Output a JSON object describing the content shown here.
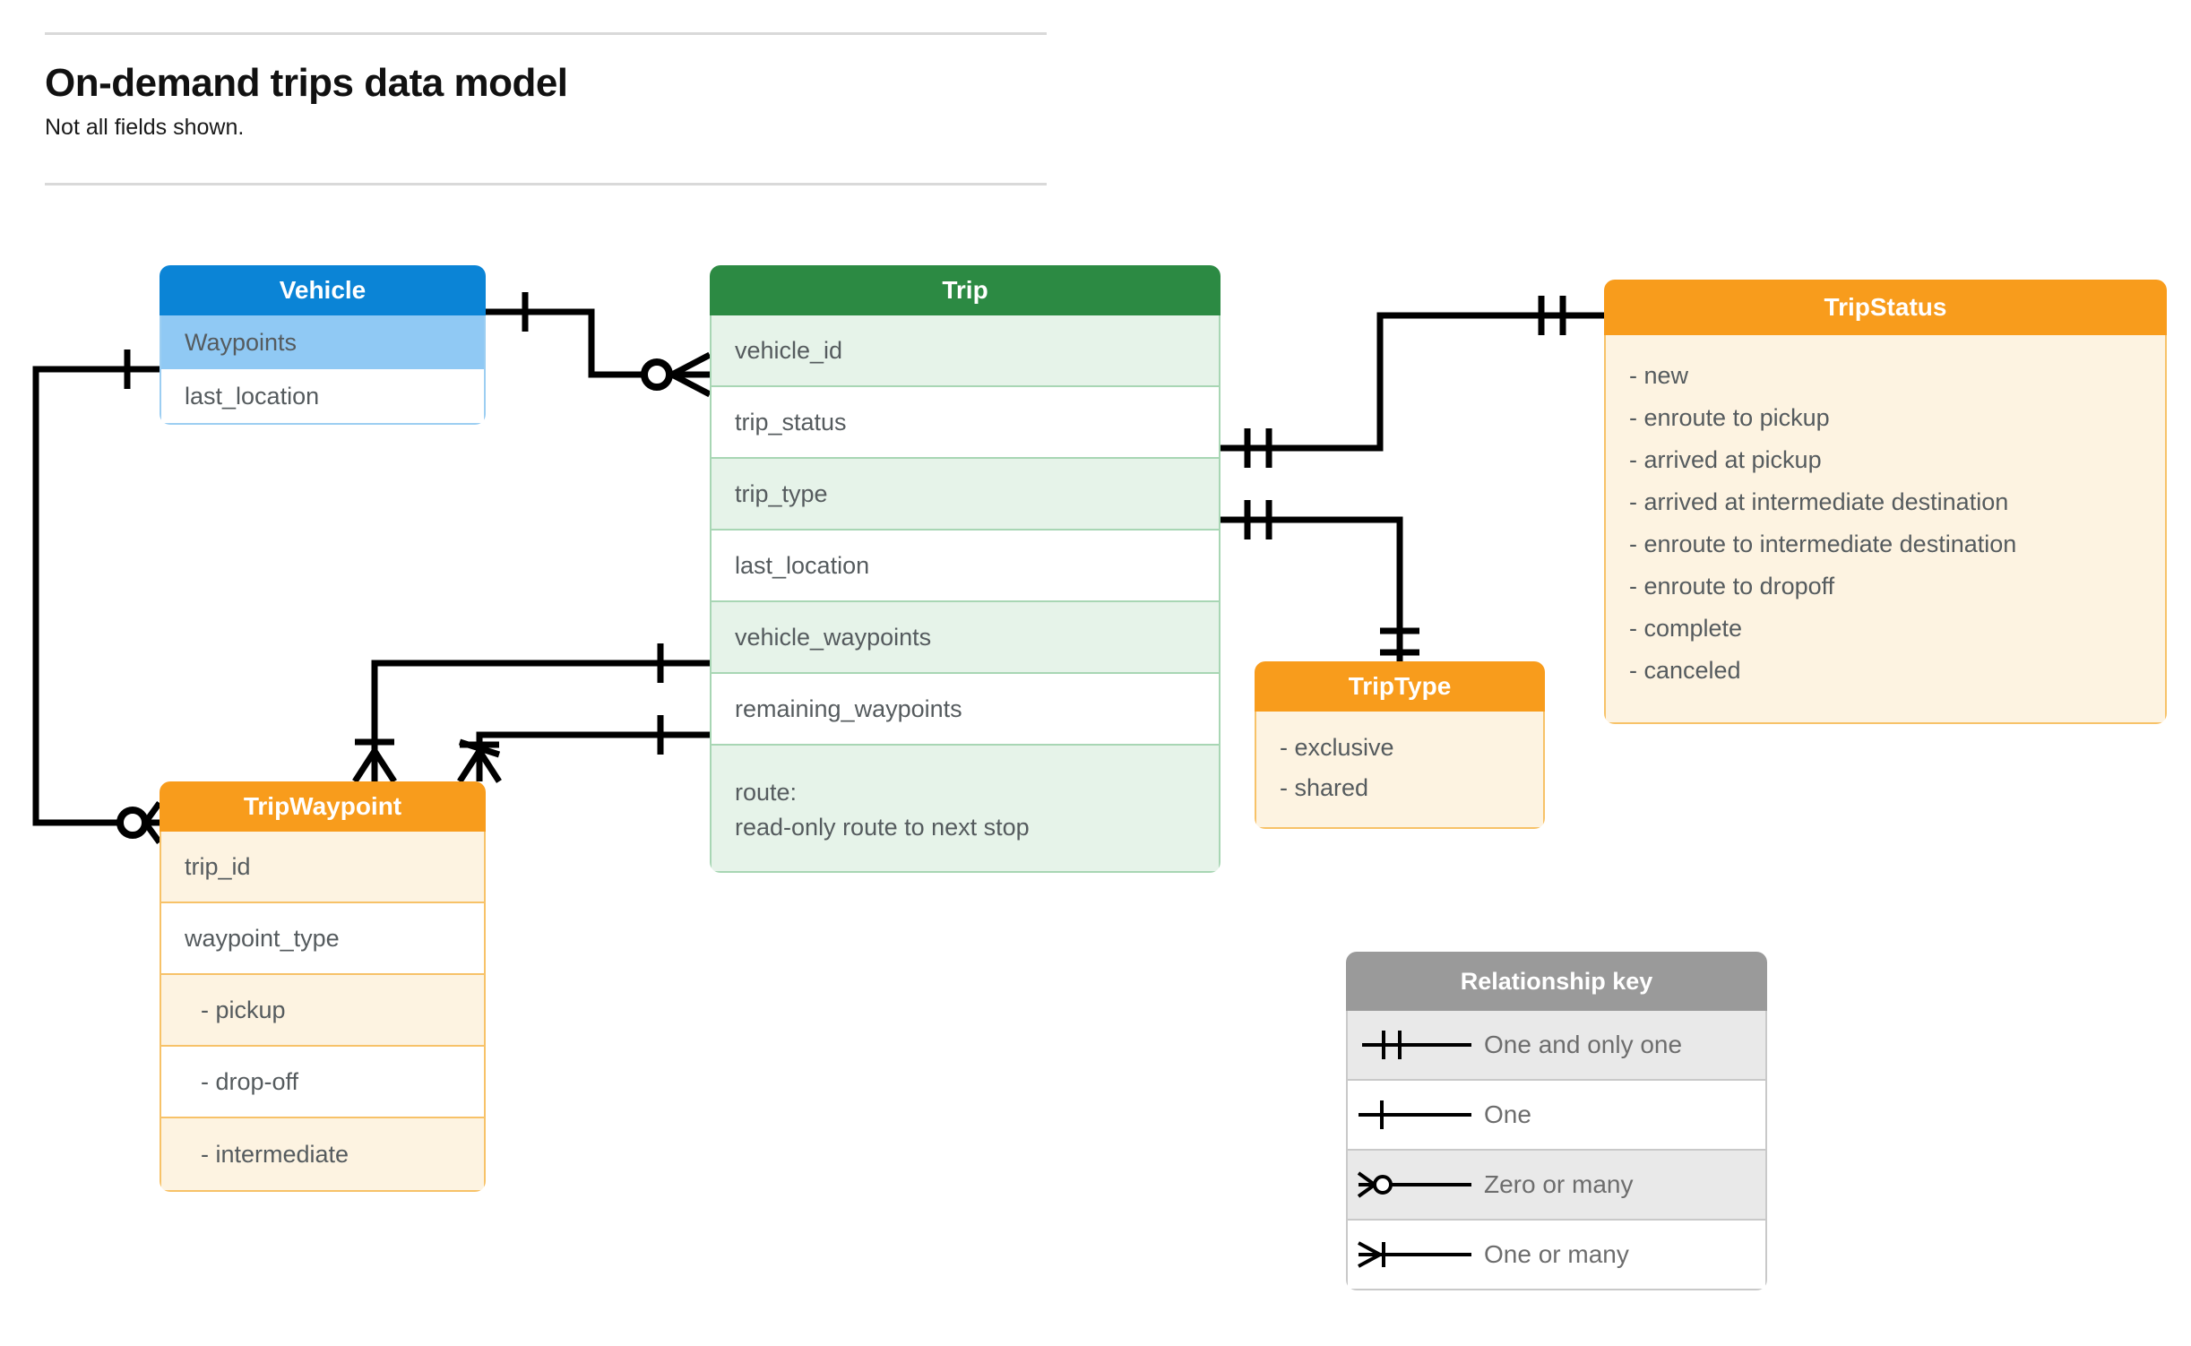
{
  "header": {
    "title": "On-demand trips data model",
    "subtitle": "Not all fields shown."
  },
  "entities": {
    "vehicle": {
      "name": "Vehicle",
      "color": "#0b84d6",
      "fields": [
        "Waypoints",
        "last_location"
      ]
    },
    "trip": {
      "name": "Trip",
      "color": "#2c8a43",
      "fields": [
        "vehicle_id",
        "trip_status",
        "trip_type",
        "last_location",
        "vehicle_waypoints",
        "remaining_waypoints"
      ],
      "route_label": "route:",
      "route_desc": "read-only route to next stop"
    },
    "trip_waypoint": {
      "name": "TripWaypoint",
      "color": "#f89c1c",
      "fields": [
        "trip_id",
        "waypoint_type"
      ],
      "waypoint_types": [
        "-  pickup",
        "-  drop-off",
        "-  intermediate"
      ]
    },
    "trip_type": {
      "name": "TripType",
      "color": "#f89c1c",
      "values": [
        "- exclusive",
        "- shared"
      ]
    },
    "trip_status": {
      "name": "TripStatus",
      "color": "#f89c1c",
      "values": [
        "- new",
        "- enroute to pickup",
        "- arrived at pickup",
        "- arrived at intermediate destination",
        "- enroute to intermediate destination",
        "- enroute to dropoff",
        "- complete",
        "- canceled"
      ]
    }
  },
  "legend": {
    "title": "Relationship key",
    "rows": [
      {
        "symbol": "one-and-only-one",
        "label": "One and only one"
      },
      {
        "symbol": "one",
        "label": "One"
      },
      {
        "symbol": "zero-or-many",
        "label": "Zero or many"
      },
      {
        "symbol": "one-or-many",
        "label": "One or many"
      }
    ]
  },
  "relationships": [
    {
      "from": "Vehicle",
      "from_card": "one",
      "to": "Trip.vehicle_id",
      "to_card": "zero-or-many"
    },
    {
      "from": "Trip.trip_status",
      "from_card": "one-and-only-one",
      "to": "TripStatus",
      "to_card": "one-and-only-one"
    },
    {
      "from": "Trip.trip_type",
      "from_card": "one-and-only-one",
      "to": "TripType",
      "to_card": "one-and-only-one"
    },
    {
      "from": "Trip.vehicle_waypoints",
      "from_card": "one",
      "to": "TripWaypoint",
      "to_card": "one-or-many"
    },
    {
      "from": "Trip.remaining_waypoints",
      "from_card": "one",
      "to": "TripWaypoint",
      "to_card": "one-or-many"
    },
    {
      "from": "Vehicle.Waypoints",
      "from_card": "one",
      "to": "TripWaypoint",
      "to_card": "zero-or-many"
    }
  ]
}
